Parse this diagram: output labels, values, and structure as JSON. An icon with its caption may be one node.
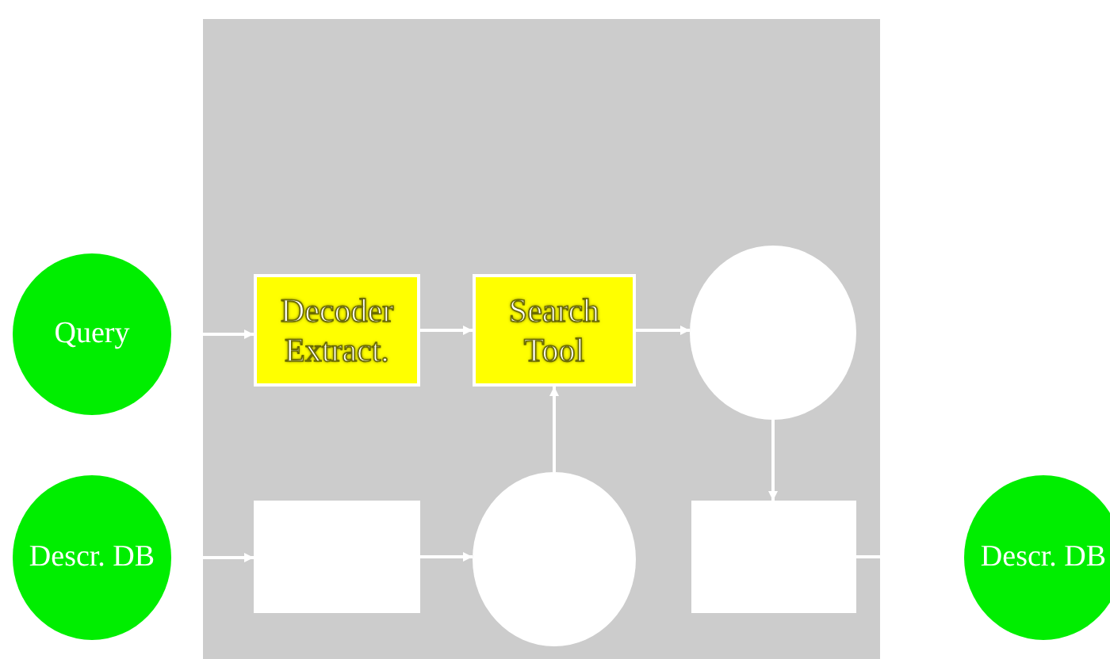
{
  "diagram": {
    "nodes": [
      {
        "text": [],
        "shape": "box"
      },
      {
        "text": [
          "Query"
        ]
      },
      {
        "text": [
          "Decoder Extract."
        ],
        "in": 0
      },
      {
        "text": [
          "Search Tool"
        ],
        "in": 0
      },
      {
        "text": [],
        "shape": "circle",
        "in": 0
      },
      {
        "text": [
          "Descr. DB"
        ]
      },
      {
        "text": [],
        "shape": "box",
        "in": 0
      },
      {
        "text": [],
        "shape": "circle",
        "in": 0
      },
      {
        "text": [],
        "shape": "box",
        "in": 0
      },
      {
        "text": [
          "Descr. DB"
        ]
      }
    ],
    "edges": [
      {
        "from": 1,
        "to": 2,
        "arrow": "to"
      },
      {
        "from": 2,
        "to": 3,
        "arrow": "to"
      },
      {
        "from": 3,
        "to": 4,
        "arrow": "to"
      },
      {
        "from": 4,
        "to": 8,
        "arrow": "to"
      },
      {
        "from": 5,
        "to": 6,
        "arrow": "to"
      },
      {
        "from": 6,
        "to": 7,
        "arrow": "to"
      },
      {
        "from": 7,
        "to": 3,
        "arrow": "to"
      },
      {
        "from": 8,
        "to": 9,
        "arrow": "none"
      }
    ]
  }
}
